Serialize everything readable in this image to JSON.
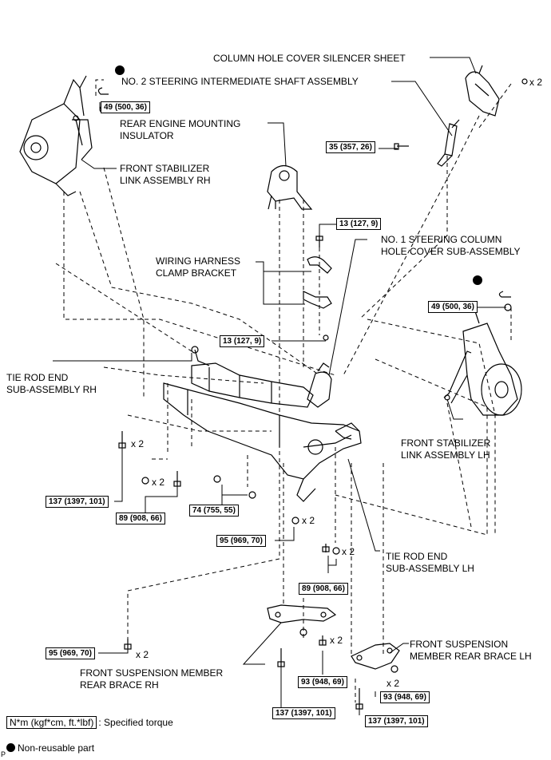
{
  "labels": {
    "column_hole_cover_silencer_sheet": "COLUMN HOLE COVER SILENCER SHEET",
    "no2_steering_intermediate_shaft": "NO. 2 STEERING INTERMEDIATE SHAFT ASSEMBLY",
    "rear_engine_mounting_insulator": "REAR ENGINE MOUNTING\nINSULATOR",
    "front_stabilizer_link_rh": "FRONT STABILIZER\nLINK ASSEMBLY RH",
    "wiring_harness_clamp_bracket": "WIRING HARNESS\nCLAMP BRACKET",
    "no1_steering_column_hole_cover": "NO. 1 STEERING COLUMN\nHOLE COVER SUB-ASSEMBLY",
    "tie_rod_end_rh": "TIE ROD END\nSUB-ASSEMBLY RH",
    "front_stabilizer_link_lh": "FRONT STABILIZER\nLINK ASSEMBLY LH",
    "tie_rod_end_lh": "TIE ROD END\nSUB-ASSEMBLY LH",
    "front_suspension_rear_brace_rh": "FRONT SUSPENSION MEMBER\nREAR BRACE RH",
    "front_suspension_rear_brace_lh": "FRONT SUSPENSION\nMEMBER REAR BRACE LH"
  },
  "torques": {
    "t1": "49 (500, 36)",
    "t2": "35 (357, 26)",
    "t3": "13 (127, 9)",
    "t4": "49 (500, 36)",
    "t5": "13 (127, 9)",
    "t6": "137 (1397, 101)",
    "t7": "89 (908, 66)",
    "t8": "74 (755, 55)",
    "t9": "95 (969, 70)",
    "t10": "89 (908, 66)",
    "t11": "95 (969, 70)",
    "t12": "93 (948, 69)",
    "t13": "93 (948, 69)",
    "t14": "137 (1397, 101)",
    "t15": "137 (1397, 101)"
  },
  "multiplier": "x 2",
  "legend": {
    "torque_units": "N*m (kgf*cm, ft.*lbf)",
    "torque_text": ": Specified torque",
    "nonreusable_text": "Non-reusable part"
  },
  "corner_tag": "P"
}
